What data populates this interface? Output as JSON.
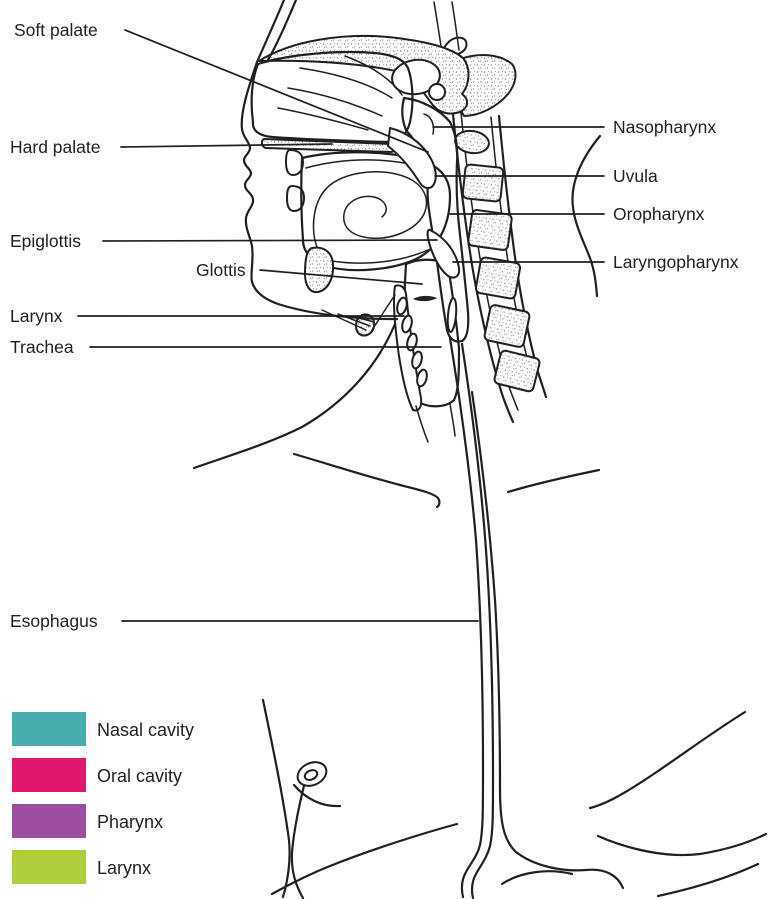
{
  "labels": {
    "left": [
      {
        "text": "Soft palate"
      },
      {
        "text": "Hard palate"
      },
      {
        "text": "Epiglottis"
      },
      {
        "text": "Glottis"
      },
      {
        "text": "Larynx"
      },
      {
        "text": "Trachea"
      },
      {
        "text": "Esophagus"
      }
    ],
    "right": [
      {
        "text": "Nasopharynx"
      },
      {
        "text": "Uvula"
      },
      {
        "text": "Oropharynx"
      },
      {
        "text": "Laryngopharynx"
      }
    ]
  },
  "legend": {
    "items": [
      {
        "label": "Nasal cavity",
        "color": "#47acab"
      },
      {
        "label": "Oral cavity",
        "color": "#e0176c"
      },
      {
        "label": "Pharynx",
        "color": "#9c4f9f"
      },
      {
        "label": "Larynx",
        "color": "#afce3b"
      }
    ]
  },
  "colors": {
    "background": "#ffffff",
    "outline": "#231f20",
    "text": "#231f20",
    "nasal_cavity_fill": "#6abfbb",
    "oral_cavity_fill": "#e8679c",
    "pharynx_fill": "#ae6cb5",
    "larynx_fill": "#b8d76c"
  }
}
